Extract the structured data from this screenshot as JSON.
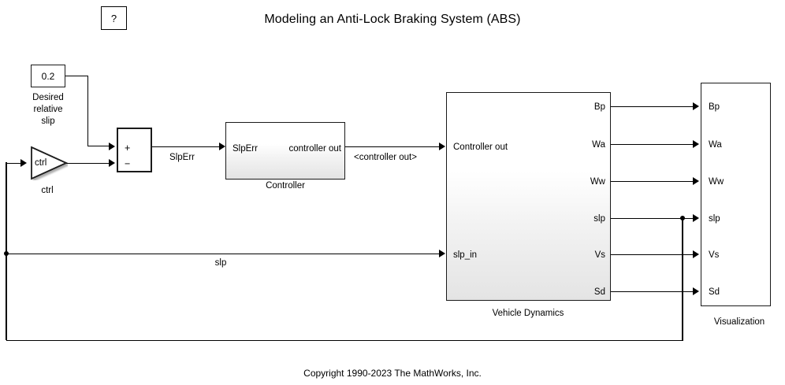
{
  "page": {
    "title": "Modeling an Anti-Lock Braking System (ABS)",
    "copyright": "Copyright 1990-2023 The MathWorks, Inc.",
    "background": "#ffffff",
    "line_color": "#000000"
  },
  "help_block": {
    "label": "?"
  },
  "constant_block": {
    "value": "0.2",
    "caption_line1": "Desired",
    "caption_line2": "relative",
    "caption_line3": "slip",
    "caption": "Desired relative slip"
  },
  "gain_block": {
    "inside_label": "ctrl",
    "caption": "ctrl"
  },
  "sum_block": {
    "plus": "+",
    "minus": "−"
  },
  "controller_block": {
    "caption": "Controller",
    "input_port": "SlpErr",
    "output_port": "controller out"
  },
  "vehicle_dynamics_block": {
    "caption": "Vehicle Dynamics",
    "inputs": [
      {
        "label": "Controller out"
      },
      {
        "label": "slp_in"
      }
    ],
    "outputs": [
      {
        "label": "Bp"
      },
      {
        "label": "Wa"
      },
      {
        "label": "Ww"
      },
      {
        "label": "slp"
      },
      {
        "label": "Vs"
      },
      {
        "label": "Sd"
      }
    ]
  },
  "visualization_block": {
    "caption": "Visualization",
    "inputs": [
      {
        "label": "Bp"
      },
      {
        "label": "Wa"
      },
      {
        "label": "Ww"
      },
      {
        "label": "slp"
      },
      {
        "label": "Vs"
      },
      {
        "label": "Sd"
      }
    ]
  },
  "signal_labels": {
    "slp_err": "SlpErr",
    "controller_out": "<controller out>",
    "slp_feedback": "slp"
  }
}
